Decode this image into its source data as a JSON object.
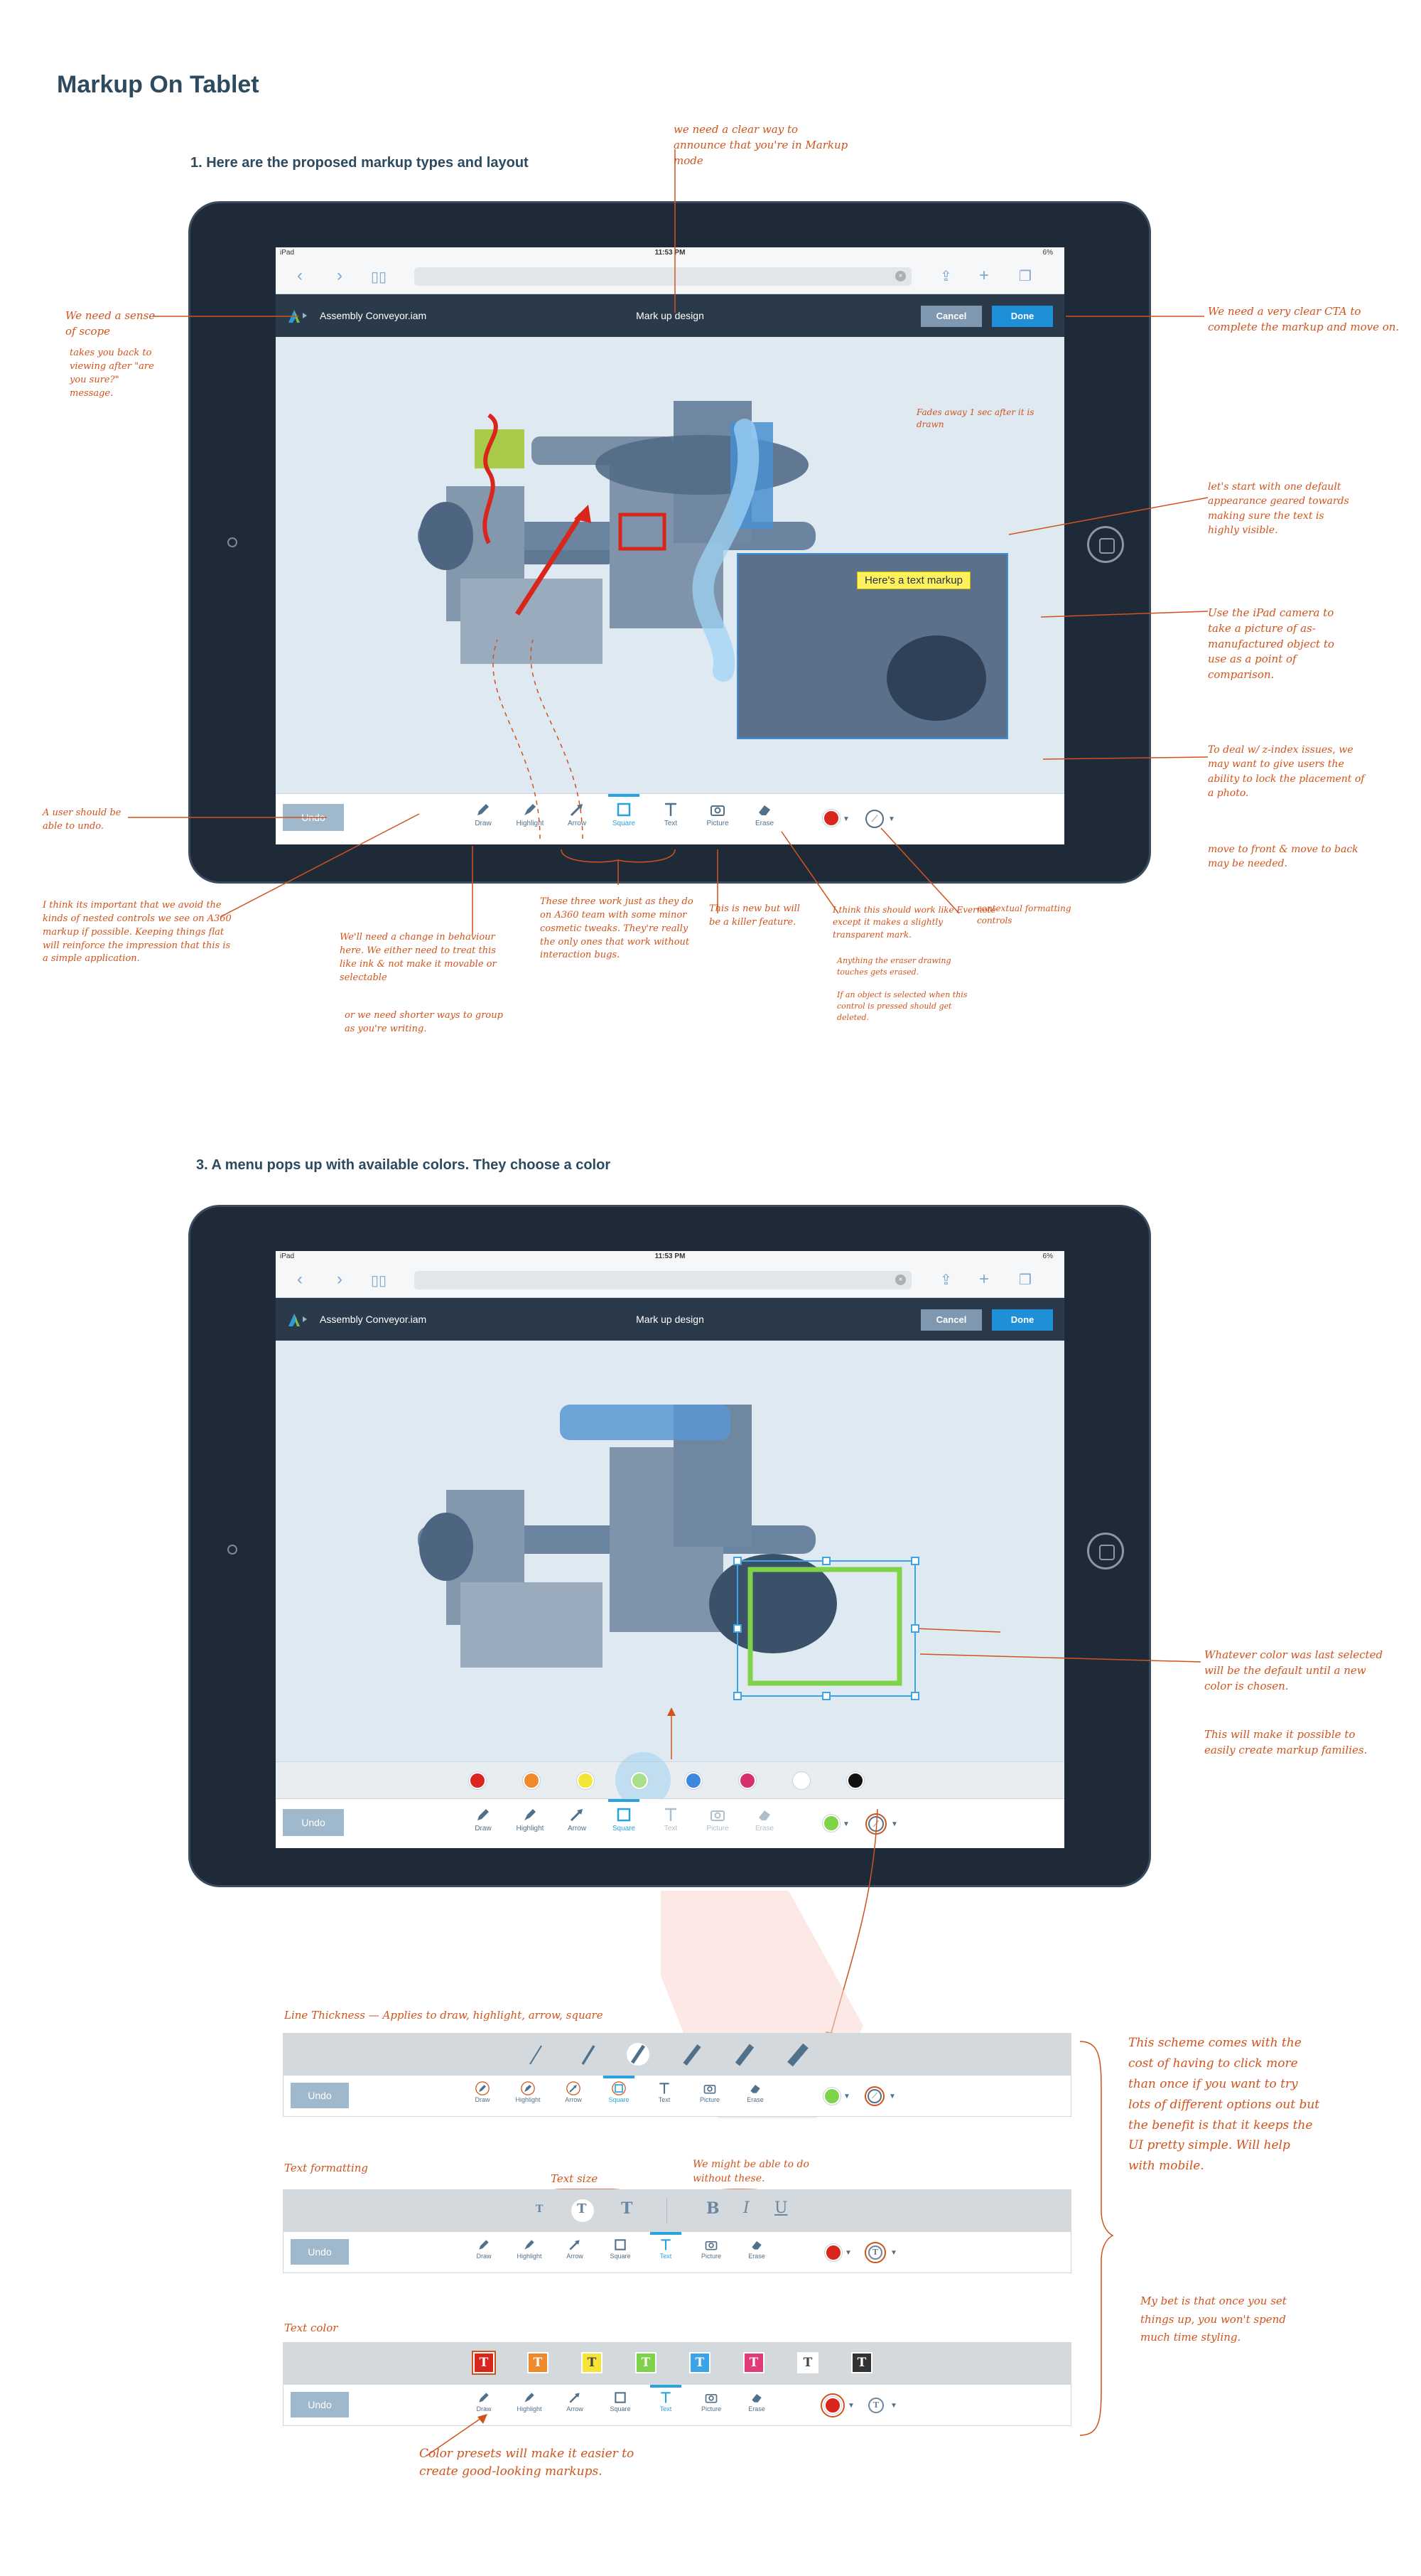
{
  "page_title": "Markup On Tablet",
  "section1_heading": "1. Here are the proposed markup types and layout",
  "section3_heading": "3. A menu pops up with available colors. They choose a color",
  "ipad": {
    "device": "iPad",
    "time": "11:53 PM",
    "battery": "6%",
    "app_name": "Assembly Conveyor.iam",
    "doc_title": "Mark up design",
    "cancel_label": "Cancel",
    "done_label": "Done",
    "undo_label": "Undo"
  },
  "tools": [
    {
      "id": "draw",
      "label": "Draw",
      "icon": "pencil-icon"
    },
    {
      "id": "highlight",
      "label": "Highlight",
      "icon": "highlighter-icon"
    },
    {
      "id": "arrow",
      "label": "Arrow",
      "icon": "arrow-icon"
    },
    {
      "id": "square",
      "label": "Square",
      "icon": "square-icon"
    },
    {
      "id": "text",
      "label": "Text",
      "icon": "text-icon"
    },
    {
      "id": "picture",
      "label": "Picture",
      "icon": "camera-icon"
    },
    {
      "id": "erase",
      "label": "Erase",
      "icon": "eraser-icon"
    }
  ],
  "colors": {
    "accent_blue": "#28a3e0",
    "markup_red": "#d9261c",
    "markup_green": "#7ed348",
    "palette": [
      "#d9261c",
      "#ef8a2c",
      "#f6e534",
      "#a7e08a",
      "#3e86e0",
      "#d8306a",
      "#ffffff",
      "#111111"
    ]
  },
  "text_markup_sample": "Here's a text markup",
  "sub_text": {
    "size_label": "T"
  },
  "format_text": {
    "bold": "B",
    "italic": "I",
    "underline": "U"
  },
  "notes1": {
    "scope": "We need a sense of scope",
    "scope_sub": "takes you back to viewing after \"are you sure?\" message.",
    "announce": "we need a clear way to announce that you're in Markup mode",
    "cta": "We need a very clear CTA to complete the markup and move on.",
    "fade_away": "Fades away 1 sec after it is drawn",
    "text_default": "let's start with one default appearance geared towards making sure the text is highly visible.",
    "camera": "Use the iPad camera to take a picture of as-manufactured object to use as a point of comparison.",
    "zindex": "To deal w/ z-index issues, we may want to give users the ability to lock the placement of a photo.",
    "move_front": "move to front & move to back may be needed.",
    "undo_note": "A user should be able to undo.",
    "flat": "I think its important that we avoid the kinds of nested controls we see on A360 markup if possible. Keeping things flat will reinforce the impression that this is a simple application.",
    "behaviour": "We'll need a change in behaviour here. We either need to treat this like ink & not make it movable or selectable",
    "shorter": "or we need shorter ways to group as you're writing.",
    "a360": "These three work just as they do on A360 team with some minor cosmetic tweaks. They're really the only ones that work without interaction bugs.",
    "killer": "This is new but will be a killer feature.",
    "eraser": "I think this should work like Evernote except it makes a slightly transparent mark.",
    "eraser_sub": "Anything the eraser drawing touches gets erased.",
    "eraser_sub2": "If an object is selected when this control is pressed should get deleted.",
    "contextual": "contextual formatting controls"
  },
  "notes3": {
    "last_color": "Whatever color was last selected will be the default until a new color is chosen.",
    "families": "This will make it possible to easily create markup families."
  },
  "strips": {
    "line_thickness_label": "Line Thickness — Applies to draw, highlight, arrow, square",
    "text_formatting_label": "Text formatting",
    "text_size_label": "Text size",
    "without_label": "We might be able to do without these.",
    "text_color_label": "Text color",
    "presets_note": "Color presets will make it easier to create good-looking markups.",
    "scheme_note": "This scheme comes with the cost of having to click more than once if you want to try lots of different options out but the benefit is that it keeps the UI pretty simple. Will help with mobile.",
    "bet_note": "My bet is that once you set things up, you won't spend much time styling.",
    "text_chip": "T"
  }
}
